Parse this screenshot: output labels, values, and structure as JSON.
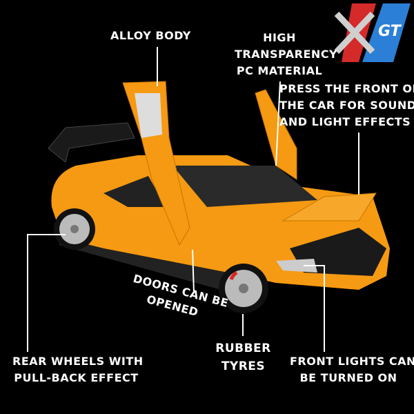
{
  "brand": {
    "logo_text": "XGT",
    "colors": {
      "red": "#d42a2a",
      "blue": "#2b7fd6",
      "silver": "#cfcfcf"
    }
  },
  "car_color": "#f59a12",
  "labels": {
    "alloy_body": "ALLOY BODY",
    "pc_material": [
      "HIGH",
      "TRANSPARENCY",
      "PC MATERIAL"
    ],
    "sound_light": [
      "PRESS THE FRONT OF",
      "THE CAR FOR SOUND",
      "AND LIGHT EFFECTS"
    ],
    "doors": [
      "DOORS CAN BE",
      "OPENED"
    ],
    "tyres": [
      "RUBBER",
      "TYRES"
    ],
    "rear_wheels": [
      "REAR WHEELS WITH",
      "PULL-BACK EFFECT"
    ],
    "front_lights": [
      "FRONT LIGHTS CAN",
      "BE TURNED ON"
    ]
  }
}
